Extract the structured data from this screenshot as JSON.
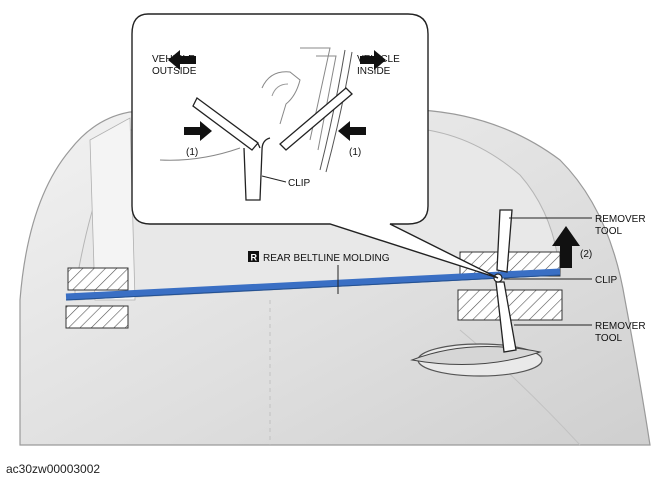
{
  "callout": {
    "vehicle_outside": [
      "VEHICLE",
      "OUTSIDE"
    ],
    "vehicle_inside": [
      "VEHICLE",
      "INSIDE"
    ],
    "step1_left": "(1)",
    "step1_right": "(1)",
    "clip": "CLIP"
  },
  "main": {
    "part_badge": "R",
    "part_name": "REAR BELTLINE MOLDING",
    "remover_tool_top": [
      "REMOVER",
      "TOOL"
    ],
    "step2": "(2)",
    "clip": "CLIP",
    "remover_tool_bottom": [
      "REMOVER",
      "TOOL"
    ]
  },
  "figure_code": "ac30zw00003002",
  "colors": {
    "molding": "#3a6fc4",
    "body_shade": "#dcdcdc",
    "outline": "#222222"
  },
  "icons": [
    "arrow-left-icon",
    "arrow-right-icon",
    "arrow-up-icon"
  ]
}
